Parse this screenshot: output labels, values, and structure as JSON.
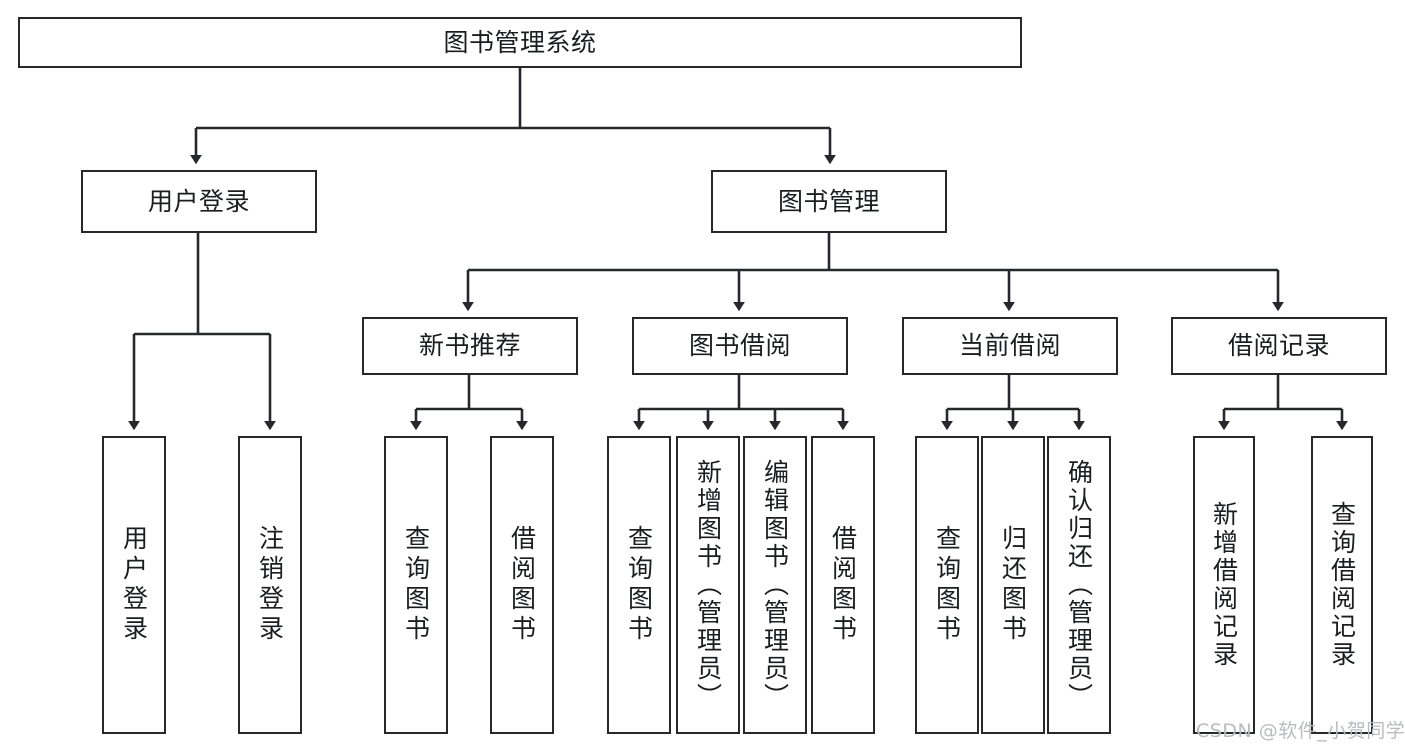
{
  "diagram": {
    "type": "tree-hierarchy",
    "title": "图书管理系统",
    "watermark": "CSDN @软件_小贺同学",
    "stroke_color": "#26282b",
    "fill_color": "#ffffff",
    "text_color": "#1b1d1f",
    "nodes": {
      "root": {
        "label": "图书管理系统"
      },
      "level2": [
        {
          "id": "user-login",
          "label": "用户登录"
        },
        {
          "id": "book-manage",
          "label": "图书管理"
        }
      ],
      "level3": [
        {
          "id": "new-book-rec",
          "label": "新书推荐"
        },
        {
          "id": "book-borrow",
          "label": "图书借阅"
        },
        {
          "id": "current-borrow",
          "label": "当前借阅"
        },
        {
          "id": "borrow-record",
          "label": "借阅记录"
        }
      ],
      "leaves": {
        "user_login": [
          {
            "id": "leaf-user-login",
            "label": "用户登录"
          },
          {
            "id": "leaf-user-logout",
            "label": "注销登录"
          }
        ],
        "new_book_rec": [
          {
            "id": "leaf-query-book-1",
            "label": "查询图书"
          },
          {
            "id": "leaf-borrow-book-1",
            "label": "借阅图书"
          }
        ],
        "book_borrow": [
          {
            "id": "leaf-query-book-2",
            "label": "查询图书"
          },
          {
            "id": "leaf-add-book",
            "label": "新增图书（管理员）"
          },
          {
            "id": "leaf-edit-book",
            "label": "编辑图书（管理员）"
          },
          {
            "id": "leaf-borrow-book-2",
            "label": "借阅图书"
          }
        ],
        "current_borrow": [
          {
            "id": "leaf-query-book-3",
            "label": "查询图书"
          },
          {
            "id": "leaf-return-book",
            "label": "归还图书"
          },
          {
            "id": "leaf-confirm-return",
            "label": "确认归还（管理员）"
          }
        ],
        "borrow_record": [
          {
            "id": "leaf-add-record",
            "label": "新增借阅记录"
          },
          {
            "id": "leaf-query-record",
            "label": "查询借阅记录"
          }
        ]
      }
    }
  }
}
